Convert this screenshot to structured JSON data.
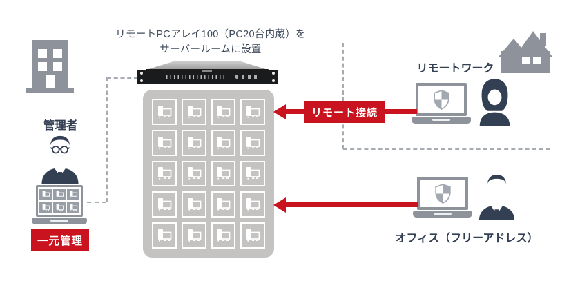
{
  "title": {
    "line1": "リモートPCアレイ100（PC20台内蔵）を",
    "line2": "サーバールームに設置"
  },
  "admin": {
    "label": "管理者",
    "badge": "一元管理"
  },
  "pc_array": {
    "count": 20,
    "rows": 5,
    "cols": 4
  },
  "admin_screen": {
    "count": 6,
    "rows": 2,
    "cols": 3
  },
  "connection": {
    "label": "リモート接続"
  },
  "remote_work": {
    "label": "リモートワーク"
  },
  "office": {
    "label": "オフィス（フリーアドレス）"
  },
  "colors": {
    "red": "#c9141f",
    "navy": "#333f52",
    "icon_gray": "#8d929b",
    "shield_gray": "#a2a8b0",
    "box_gray": "#c5c3c2",
    "mini_cell_gray": "#989ea6",
    "dash_gray": "#a7abb2",
    "rack_black": "#1a1b1d",
    "title_text": "#3e4a5a"
  }
}
